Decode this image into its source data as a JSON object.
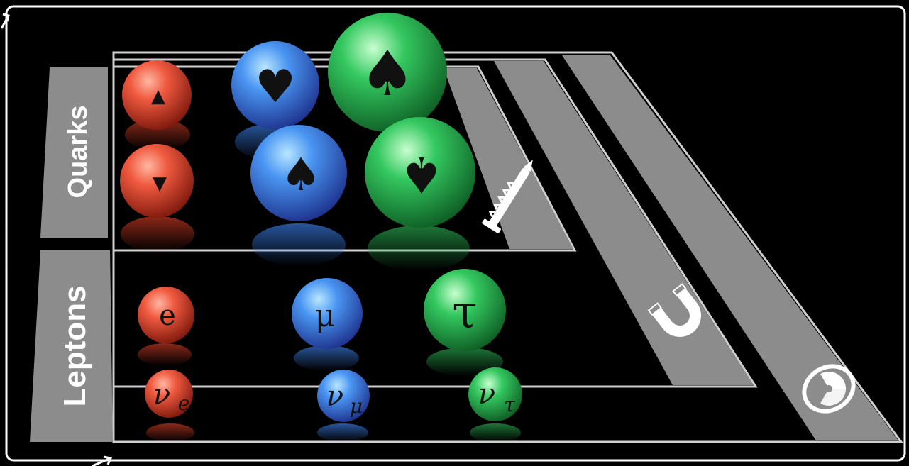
{
  "labels": {
    "quarks": "Quarks",
    "leptons": "Leptons"
  },
  "particles": {
    "gen1": {
      "up": {
        "symbol": "▲",
        "color": "#e0452e"
      },
      "down": {
        "symbol": "▼",
        "color": "#e0452e"
      },
      "electron": {
        "symbol": "e",
        "color": "#e0452e"
      },
      "e_neutrino": {
        "base": "ν",
        "sub": "e",
        "color": "#e0452e"
      }
    },
    "gen2": {
      "charm": {
        "symbol": "♥",
        "color": "#3f8ef0"
      },
      "strange": {
        "symbol": "♠",
        "color": "#3f8ef0"
      },
      "muon": {
        "symbol": "μ",
        "color": "#3f8ef0"
      },
      "mu_neutrino": {
        "base": "ν",
        "sub": "μ",
        "color": "#3f8ef0"
      }
    },
    "gen3": {
      "top": {
        "symbol": "♠",
        "color": "#2fbf5a"
      },
      "bottom": {
        "symbol": "♠",
        "color": "#2fbf5a"
      },
      "tau": {
        "symbol": "τ",
        "color": "#2fbf5a"
      },
      "tau_neutrino": {
        "base": "ν",
        "sub": "τ",
        "color": "#2fbf5a"
      }
    }
  },
  "forces": {
    "strong": {
      "icon": "screw-icon"
    },
    "electromagnetic": {
      "icon": "magnet-icon"
    },
    "weak": {
      "icon": "radiation-icon"
    }
  },
  "colors": {
    "background": "#000000",
    "panel": "#8c8c8c",
    "frame": "#ffffff"
  }
}
